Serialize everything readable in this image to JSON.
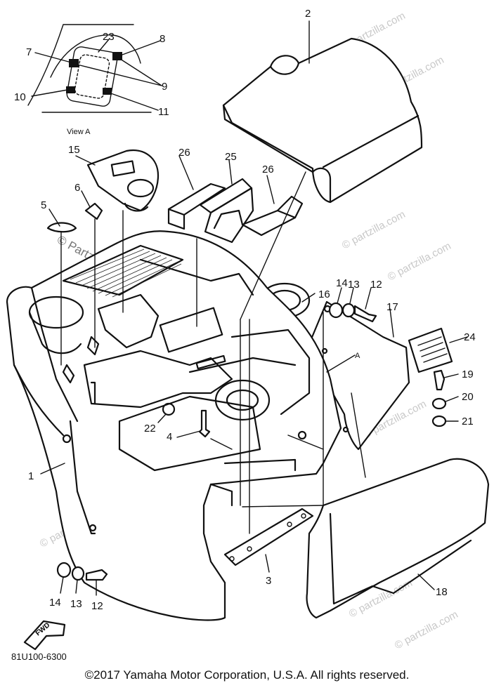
{
  "view_label": "View A",
  "view_arrow": "A",
  "callouts": [
    "1",
    "2",
    "3",
    "4",
    "5",
    "6",
    "7",
    "8",
    "9",
    "10",
    "11",
    "12",
    "13",
    "14",
    "15",
    "16",
    "17",
    "18",
    "19",
    "20",
    "21",
    "22",
    "23",
    "24",
    "25",
    "26"
  ],
  "diagram_code": "81U100-6300",
  "fwd_label": "FWD",
  "watermark": "© Partzilla.com",
  "watermark_short": "© partzilla.com",
  "copyright": "©2017 Yamaha Motor Corporation, U.S.A. All rights reserved."
}
